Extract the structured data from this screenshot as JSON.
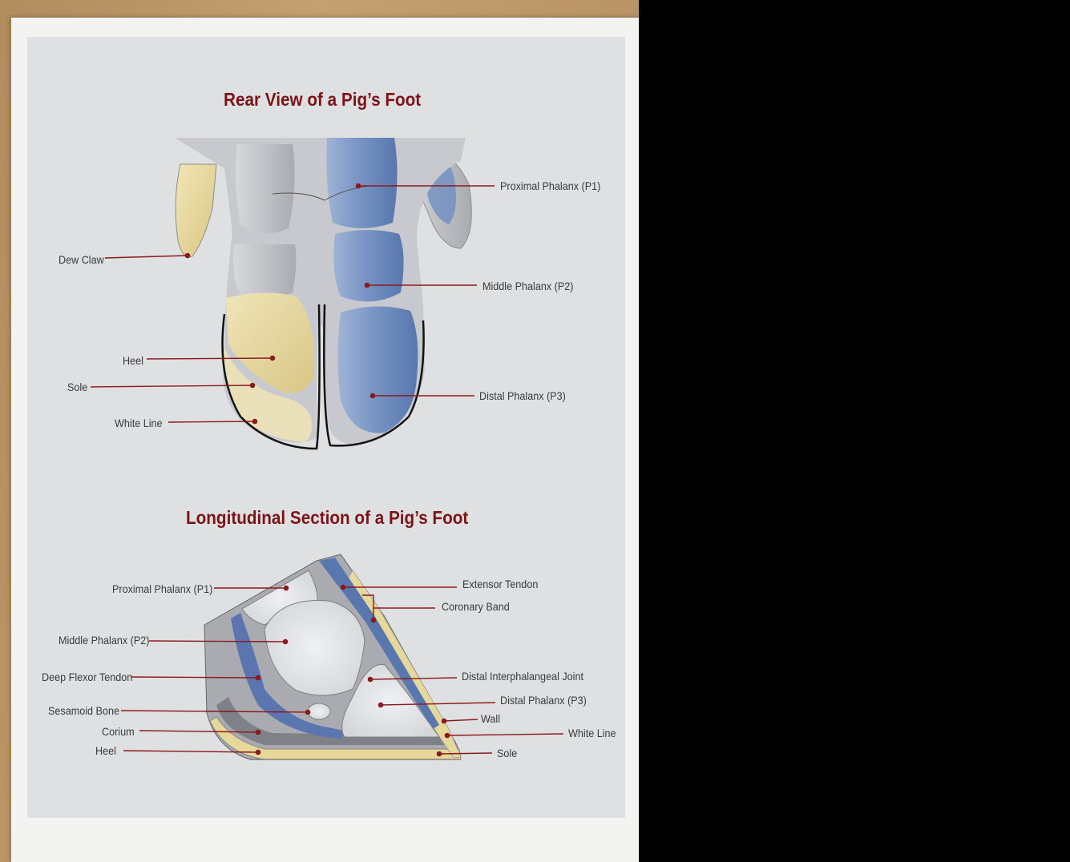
{
  "rear_view": {
    "title": "Rear View of a Pig’s Foot",
    "labels": {
      "proximal_phalanx": "Proximal Phalanx (P1)",
      "middle_phalanx": "Middle Phalanx (P2)",
      "distal_phalanx": "Distal Phalanx (P3)",
      "dew_claw": "Dew Claw",
      "heel": "Heel",
      "sole": "Sole",
      "white_line": "White Line"
    }
  },
  "longitudinal_section": {
    "title": "Longitudinal Section of a Pig’s Foot",
    "labels": {
      "proximal_phalanx": "Proximal Phalanx (P1)",
      "middle_phalanx": "Middle Phalanx (P2)",
      "deep_flexor_tendon": "Deep Flexor Tendon",
      "sesamoid_bone": "Sesamoid Bone",
      "corium": "Corium",
      "heel": "Heel",
      "extensor_tendon": "Extensor Tendon",
      "coronary_band": "Coronary Band",
      "distal_interphalangeal_joint": "Distal Interphalangeal Joint",
      "distal_phalanx": "Distal Phalanx (P3)",
      "wall": "Wall",
      "white_line": "White Line",
      "sole": "Sole"
    }
  },
  "colors": {
    "title": "#7b1418",
    "leader_line": "#8a1a1e",
    "bone_blue": "#6f8fc0",
    "horn_yellow": "#e6d79a",
    "tissue_grey": "#a9abb1"
  }
}
